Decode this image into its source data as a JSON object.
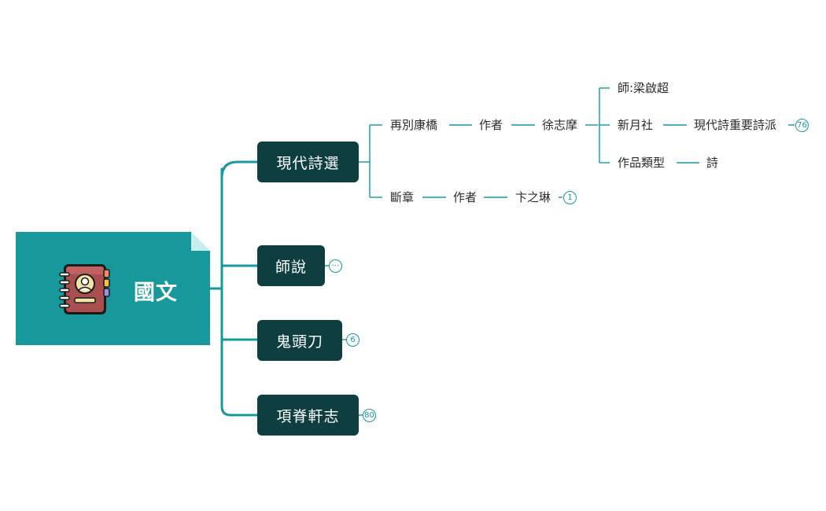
{
  "root": {
    "title": "國文",
    "icon": "notebook-contact-icon"
  },
  "branches": [
    {
      "label": "現代詩選"
    },
    {
      "label": "師說",
      "badge": "···"
    },
    {
      "label": "鬼頭刀",
      "badge": "6"
    },
    {
      "label": "項脊軒志",
      "badge": "80"
    }
  ],
  "poem1": {
    "title": "再別康橋",
    "author_label": "作者",
    "author": "徐志摩",
    "detail1": "師:梁啟超",
    "detail2": "新月社",
    "detail2_child": "現代詩重要詩派",
    "detail2_badge": "76",
    "detail3": "作品類型",
    "detail3_child": "詩"
  },
  "poem2": {
    "title": "斷章",
    "author_label": "作者",
    "author": "卞之琳",
    "badge": "1"
  },
  "colors": {
    "accent": "#17989b",
    "branch_bg": "#0e3e3f",
    "text": "#2b2b2b"
  }
}
